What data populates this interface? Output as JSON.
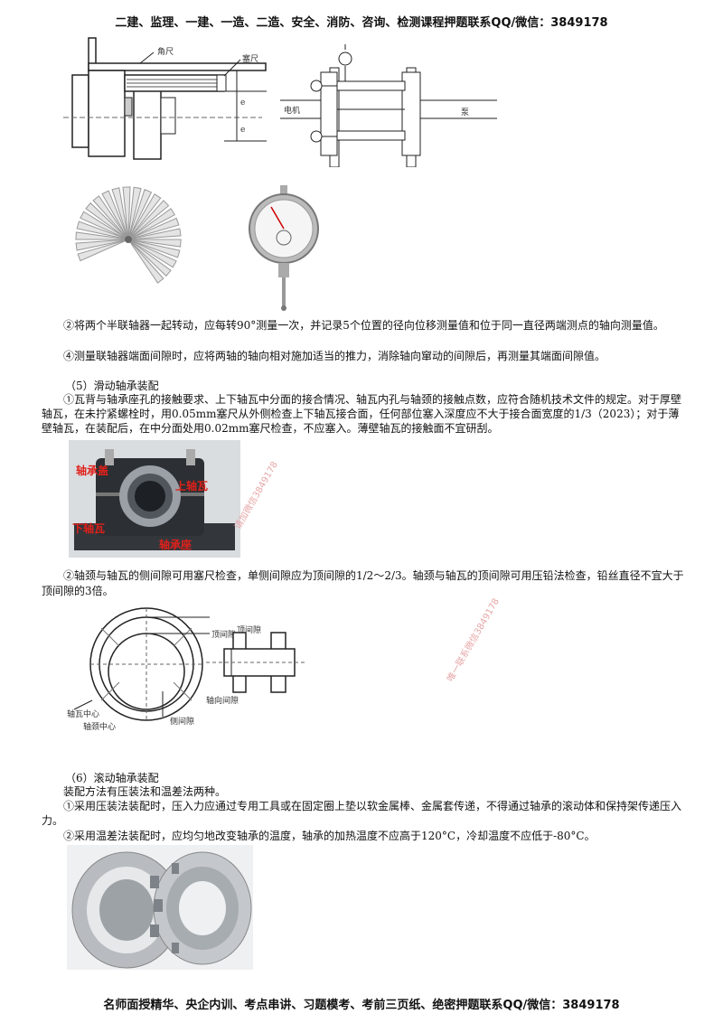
{
  "header": {
    "text": "二建、监理、一建、一造、二造、安全、消防、咨询、检测课程押题联系QQ/微信：3849178"
  },
  "figures": {
    "coupling": {
      "label_square": "角尺",
      "label_feeler": "塞尺",
      "label_e": "e"
    },
    "alignment": {
      "label_motor": "电机",
      "label_pump": "泵"
    },
    "bearing_block": {
      "cover": "轴承盖",
      "upper": "上轴瓦",
      "lower": "下轴瓦",
      "seat": "轴承座"
    },
    "clearance": {
      "top": "顶间隙",
      "axial": "轴向间隙",
      "shell_center": "轴瓦中心",
      "journal_center": "轴颈中心",
      "side": "侧间隙"
    }
  },
  "section4": {
    "p2": "②将两个半联轴器一起转动，应每转90°测量一次，并记录5个位置的径向位移测量值和位于同一直径两端测点的轴向测量值。",
    "p4": "④测量联轴器端面间隙时，应将两轴的轴向相对施加适当的推力，消除轴向窜动的间隙后，再测量其端面间隙值。"
  },
  "section5": {
    "title": "（5）滑动轴承装配",
    "p1": "①瓦背与轴承座孔的接触要求、上下轴瓦中分面的接合情况、轴瓦内孔与轴颈的接触点数，应符合随机技术文件的规定。对于厚壁轴瓦，在未拧紧螺栓时，用0.05mm塞尺从外侧检查上下轴瓦接合面，任何部位塞入深度应不大于接合面宽度的1/3（2023）；对于薄壁轴瓦，在装配后，在中分面处用0.02mm塞尺检查，不应塞入。薄壁轴瓦的接触面不宜研刮。",
    "p2": "②轴颈与轴瓦的侧间隙可用塞尺检查，单侧间隙应为顶间隙的1/2～2/3。轴颈与轴瓦的顶间隙可用压铅法检查，铅丝直径不宜大于顶间隙的3倍。"
  },
  "section6": {
    "title": "（6）滚动轴承装配",
    "intro": "装配方法有压装法和温差法两种。",
    "p1": "①采用压装法装配时，压入力应通过专用工具或在固定圈上垫以软金属棒、金属套传递，不得通过轴承的滚动体和保持架传递压入力。",
    "p2": "②采用温差法装配时，应均匀地改变轴承的温度，轴承的加热温度不应高于120°C，冷却温度不应低于-80°C。"
  },
  "watermarks": [
    "请加微信3849178",
    "唯一联系微信3849178"
  ],
  "footer": {
    "text": "名师面授精华、央企内训、考点串讲、习题模考、考前三页纸、绝密押题联系QQ/微信：3849178"
  }
}
